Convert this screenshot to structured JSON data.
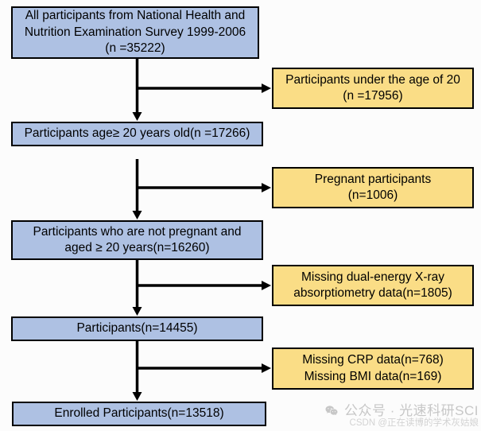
{
  "colors": {
    "main_box_fill": "#aec1e3",
    "exclusion_box_fill": "#fadd86",
    "border": "#000000",
    "arrow": "#000000",
    "background": "#fcfcfc",
    "watermark_gray": "#c7c7c7"
  },
  "flow": {
    "main": [
      {
        "text": "All participants from National Health and\nNutrition Examination Survey 1999-2006\n(n =35222)"
      },
      {
        "text": "Participants age≥ 20 years old(n =17266)"
      },
      {
        "text": "Participants who are not pregnant and\naged ≥ 20 years(n=16260)"
      },
      {
        "text": "Participants(n=14455)"
      },
      {
        "text": "Enrolled Participants(n=13518)"
      }
    ],
    "exclusions": [
      {
        "text": "Participants under the age of 20\n(n =17956)"
      },
      {
        "text": "Pregnant participants\n(n=1006)"
      },
      {
        "text": "Missing dual-energy X-ray\nabsorptiometry data(n=1805)"
      },
      {
        "text": "Missing CRP data(n=768)\nMissing BMI data(n=169)"
      }
    ]
  },
  "watermark": {
    "icon": "wechat-icon",
    "line1": "公众号 · 光速科研SCI",
    "line2": "CSDN @正在读博的学术灰姑娘"
  }
}
